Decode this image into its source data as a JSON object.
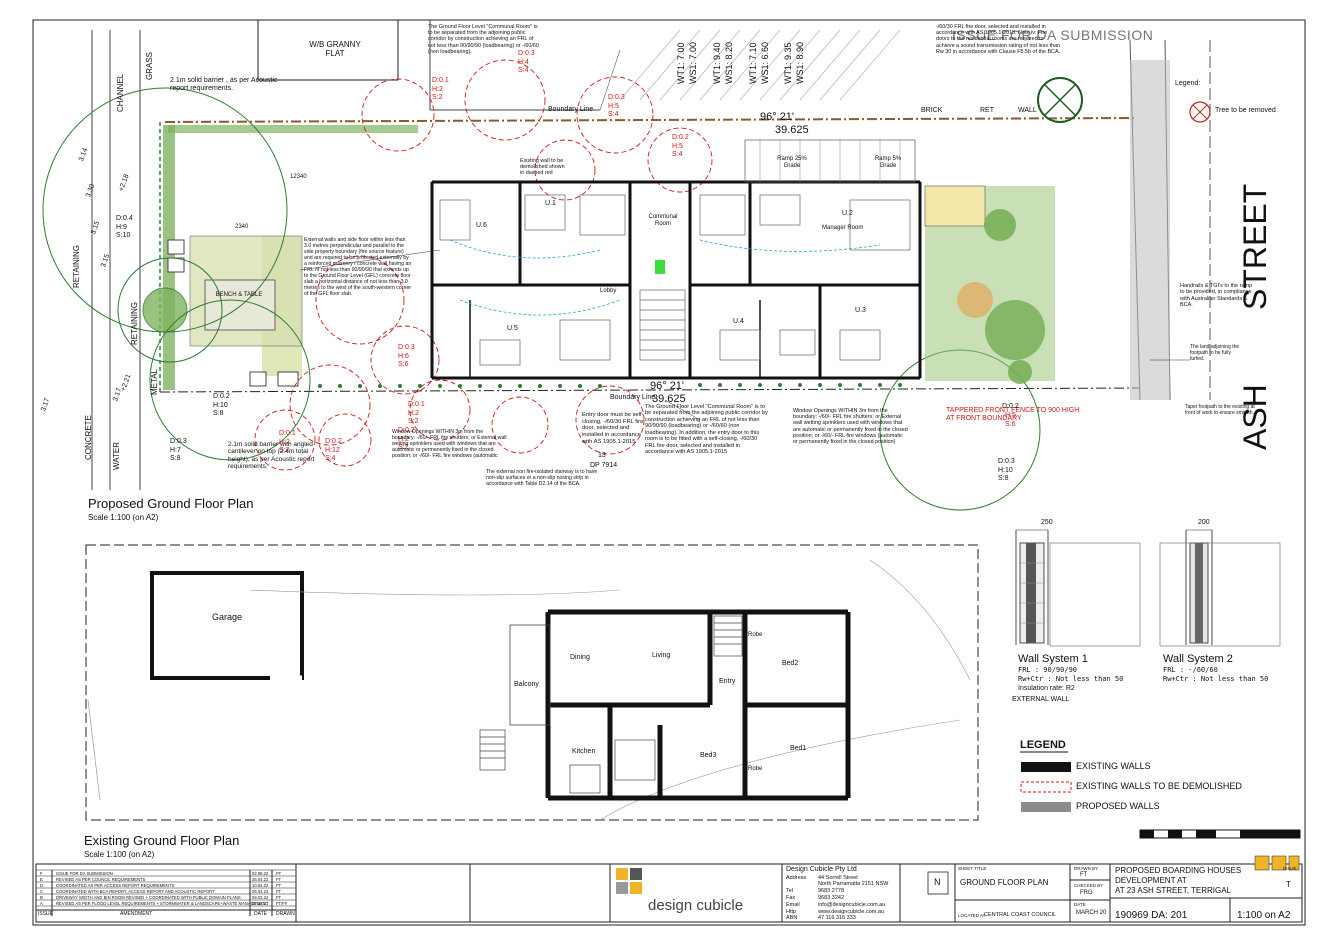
{
  "header": {
    "stamp": "ISSUE FOR DA SUBMISSION"
  },
  "plans": {
    "proposed_title": "Proposed Ground Floor Plan",
    "proposed_scale": "Scale 1:100 (on A2)",
    "existing_title": "Existing Ground Floor Plan",
    "existing_scale": "Scale 1:100 (on A2)"
  },
  "street": {
    "word1": "ASH",
    "word2": "STREET"
  },
  "site_labels": {
    "channel": "CHANNEL",
    "grass": "GRASS",
    "retaining": "RETAINING",
    "retaining2": "RETAINING",
    "concrete": "CONCRETE",
    "water": "WATER",
    "metal": "METAL",
    "granny_flat": "W/B GRANNY FLAT",
    "boundary_line": "Boundary Line",
    "boundary_line2": "Boundary Line",
    "dim_top_a": "96° 21'",
    "dim_top_b": "39.625",
    "dim_bottom_a": "96° 21'",
    "dim_bottom_b": "39.625",
    "lot": "13",
    "dp": "DP 7914",
    "brick": "BRICK",
    "ret": "RET",
    "wall": "WALL",
    "legend_small": "Legend:",
    "tree_removed": "Tree to be removed",
    "level_1": "2340",
    "level_2": "12340",
    "fence_note": "TAPPERED FRONT FENCE TO 900 HIGH AT FRONT BOUNDARY",
    "fence_h": "H:5",
    "fence_s": "S:6",
    "unit_1": "U.1",
    "unit_2": "U.2",
    "unit_3": "U.3",
    "unit_4": "U.4",
    "unit_5": "U.5",
    "unit_6": "U.6",
    "communal": "Communal Room",
    "manager": "Manager Room",
    "lobby": "Lobby",
    "ramp1": "Ramp 25% Grade",
    "ramp2": "Ramp 5% Grade",
    "bench": "BENCH & TABLE"
  },
  "trees": [
    {
      "d": "D:0.4",
      "h": "H:9",
      "s": "S:10"
    },
    {
      "d": "D:0.2",
      "h": "H:10",
      "s": "S:8"
    },
    {
      "d": "D:0.3",
      "h": "H:7",
      "s": "S:8"
    },
    {
      "d": "D:0.1",
      "h": "H:2",
      "s": "S:2"
    },
    {
      "d": "D:0.3",
      "h": "H:4",
      "s": "S:4"
    },
    {
      "d": "D:0.3",
      "h": "H:5",
      "s": "S:4"
    },
    {
      "d": "D:0.2",
      "h": "H:5",
      "s": "S:4"
    },
    {
      "d": "D:0.3",
      "h": "H:6",
      "s": "S:6"
    },
    {
      "d": "D:0.1",
      "h": "H:2",
      "s": "S:2"
    },
    {
      "d": "D:0.2",
      "h": "H:2",
      "s": "S:2"
    },
    {
      "d": "D:0.2",
      "h": "H:12",
      "s": "S:4"
    },
    {
      "d": "D:0.1",
      "h": "H:2",
      "s": "S:2"
    },
    {
      "d": "D:0.3",
      "h": "H:10",
      "s": "S:8"
    },
    {
      "d": "D:0.2",
      "h": "",
      "s": ""
    }
  ],
  "levels": [
    "3.14",
    "3.30",
    "+2.18",
    "3.15",
    "3.15",
    "+2.21",
    "3.17",
    "3.17"
  ],
  "water_tanks": [
    {
      "a": "WT1: 7.00",
      "b": "WS1: 7.00"
    },
    {
      "a": "WT1: 9.40",
      "b": "WS1: 8.20"
    },
    {
      "a": "WT1: 7.10",
      "b": "WS1: 6.60"
    },
    {
      "a": "WT1: 9.35",
      "b": "WS1: 8.90"
    }
  ],
  "notes": {
    "barrier_top": "2.1m solid barrier , as per Acoustic report requirements.",
    "barrier_bottom": "2.1m solid barrier with angled cantilever on top (2.4m total height), as per Acoustic report requirements.",
    "external_walls": "External walls and side floor within less than 3.0 metres perpendicular and parallel to the side property boundary (fire source feature) and are required to be protected externally by a reinforced masonry / concrete wall having an FRL of not less than 90/90/90 that extends up to the Ground Floor Level (GFL) concrete floor slab a horizontal distance of not less than 3.0 metres to the west of the south-western corner of the GFL floor slab.",
    "communal_top": "The Ground Floor Level \"Communal Room\" is to be separated from the adjoining public corridor by construction achieving an FRL of not less than 90/90/90 (loadbearing) or -/60/60 (non loadbearing).",
    "fire_doors": "-/60/30 FRL fire door, selected and installed in accordance with AS 1905.1-2015. Note iv: Fire doors to the residential rooms are required to achieve a sound transmission rating of not less than Rw 30 in accordance with Clause F5.5b of the BCA.",
    "existing_wall": "Existing wall to be demolished shown in dashed red",
    "entry_door": "Entry door must be self-closing, -/60/30 FRL fire door, selected and installed in accordance with AS 1905.1-2015",
    "communal_bottom": "The Ground Floor Level \"Communal Room\" is to be separated from the adjoining public corridor by construction achieving an FRL of not less than 90/90/90 (loadbearing) or -/60/60 (non loadbearing). In addition, the entry door to this room is to be fitted with a self-closing, -/60/30 FRL fire door, selected and installed in accordance with AS 1905.1-2015",
    "stairway": "The external non fire-isolated stairway is to have non-slip surfaces or a non-slip nosing strip in accordance with Table D2.14 of the BCA.",
    "window_west": "Window Openings WITHIN 3m from the boundary: -/60/- FRL fire shutters; or External wall wetting sprinklers used with windows that are automatic or permanently fixed in the closed position; or -/60/- FRL fire windows (automatic",
    "window_east": "Window Openings WITHIN 3m from the boundary: -/60/- FRL fire shutters; or External wall wetting sprinklers used with windows that are automatic or permanently fixed in the closed position; or -/60/- FRL fire windows (automatic or permanently fixed in the closed position)",
    "handrails": "Handrails & TGI's to the ramp to be provided, in compliance with Australian Standards & BCA.",
    "footpath": "The land adjoining the footpath to be fully turfed.",
    "taper": "Taper footpath to the existing at front of work to ensure smooth."
  },
  "existing_plan": {
    "garage": "Garage",
    "dining": "Dining",
    "living": "Living",
    "balcony": "Balcony",
    "entry": "Entry",
    "bed2": "Bed2",
    "bed3": "Bed3",
    "bed1": "Bed1",
    "kitchen": "Kitchen",
    "robe1": "Robe",
    "robe2": "Robe"
  },
  "wall_systems": [
    {
      "dim": "250",
      "name": "Wall System 1",
      "frl": "FRL : 90/90/90",
      "rw": "Rw+Ctr : Not less than 50",
      "ins": "Insulation rate: R2",
      "type": "EXTERNAL WALL"
    },
    {
      "dim": "200",
      "name": "Wall System 2",
      "frl": "FRL : -/60/60",
      "rw": "Rw+Ctr : Not less than 50",
      "ins": "",
      "type": ""
    }
  ],
  "legend": {
    "title": "LEGEND",
    "items": [
      {
        "label": "EXISTING WALLS",
        "style": "solid"
      },
      {
        "label": "EXISTING WALLS TO BE DEMOLISHED",
        "style": "dashed"
      },
      {
        "label": "PROPOSED WALLS",
        "style": "grey"
      }
    ]
  },
  "revisions": [
    {
      "rev": "F",
      "desc": "ISSUE FOR DA SUBMISSION",
      "date": "02.08.22",
      "by": "FF"
    },
    {
      "rev": "E",
      "desc": "REVISED AS PER COUNCIL REQUIREMENTS",
      "date": "26.04.22",
      "by": "FT"
    },
    {
      "rev": "D",
      "desc": "COORDINATED AS PER ACCESS REPORT REQUIREMENTS",
      "date": "10.04.22",
      "by": "FT"
    },
    {
      "rev": "C",
      "desc": "COORDINATED WITH BCA REPORT, ACCESS REPORT AND ACOUSTIC REPORT",
      "date": "06.04.22",
      "by": "FT"
    },
    {
      "rev": "B",
      "desc": "DRIVEWAY WIDTH AND BIN ROOM REVISED + COORDINATED WITH PUBLIC DOMAIN PLANS",
      "date": "09.03.22",
      "by": "FT"
    },
    {
      "rev": "A",
      "desc": "REVISED AS PER FLOOD LEVEL REQUIREMENTS + STORMWATER & LANDSCAPE+WASTE MANAGEMENT",
      "date": "07.12.21",
      "by": "FT/FF"
    }
  ],
  "revision_headers": {
    "issue": "ISSUE",
    "amendment": "AMENDMENT",
    "date": "DATE",
    "drawn": "DRAWN"
  },
  "company": {
    "logo_text": "design cubicle",
    "name": "Design Cubicle Pty Ltd",
    "address_label": "Address",
    "address1": "44 Sorrell Street",
    "address2": "North Parramatta 2151 NSW",
    "tel_label": "Tel",
    "tel": "9683 2778",
    "fax_label": "Fax",
    "fax": "9683 3242",
    "email_label": "Email",
    "email": "info@designcubicle.com.au",
    "http_label": "Http",
    "http": "www.designcubicle.com.au",
    "abn_label": "ABN",
    "abn": "47 116 316 333"
  },
  "titleblock": {
    "north": "N",
    "sheet_title_label": "SHEET TITLE",
    "sheet_title": "GROUND FLOOR PLAN",
    "council_label": "LOCATED AT",
    "council": "CENTRAL COAST COUNCIL",
    "project1": "PROPOSED BOARDING HOUSES",
    "project2": "DEVELOPMENT AT",
    "project3": "AT 23 ASH STREET, TERRIGAL",
    "drawn_label": "DRAWN BY",
    "drawn": "FT",
    "checked_label": "CHECKED BY",
    "checked": "FRG",
    "date_label": "DATE",
    "date": "MARCH 20",
    "issue_label": "ISSUE",
    "issue": "T",
    "job": "190969 DA: 201",
    "scale": "1:100 on A2"
  }
}
